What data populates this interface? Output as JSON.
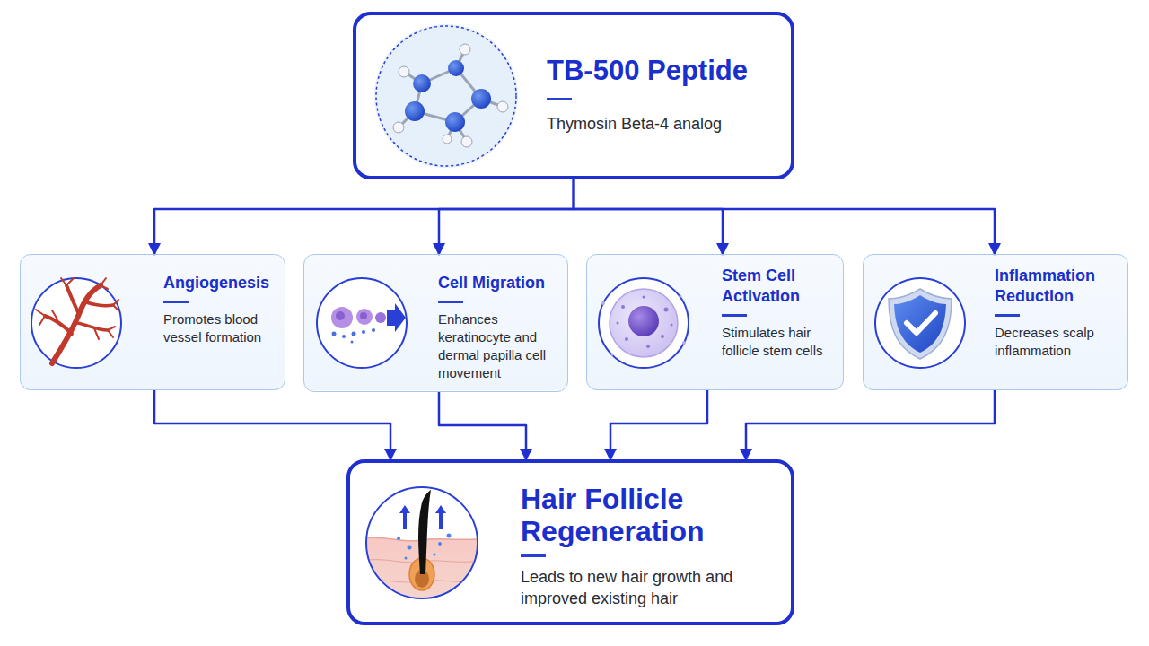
{
  "diagram": {
    "nodes": [
      {
        "text": [
          "TB-500 Peptide",
          "Thymosin Beta-4 analog"
        ]
      },
      {
        "text": [
          "Angiogenesis",
          "Promotes blood vessel formation"
        ]
      },
      {
        "text": [
          "Cell Migration",
          "Enhances keratinocyte and dermal papilla cell movement"
        ]
      },
      {
        "text": [
          "Stem Cell Activation",
          "Stimulates hair follicle stem cells"
        ]
      },
      {
        "text": [
          "Inflammation Reduction",
          "Decreases scalp inflammation"
        ]
      },
      {
        "text": [
          "Hair Follicle Regeneration",
          "Leads to new hair growth and improved existing hair"
        ]
      }
    ],
    "edges": [
      {
        "from": 0,
        "to": 1,
        "arrow": "to"
      },
      {
        "from": 0,
        "to": 2,
        "arrow": "to"
      },
      {
        "from": 0,
        "to": 3,
        "arrow": "to"
      },
      {
        "from": 0,
        "to": 4,
        "arrow": "to"
      },
      {
        "from": 1,
        "to": 5,
        "arrow": "to"
      },
      {
        "from": 2,
        "to": 5,
        "arrow": "to"
      },
      {
        "from": 3,
        "to": 5,
        "arrow": "to"
      },
      {
        "from": 4,
        "to": 5,
        "arrow": "to"
      }
    ]
  }
}
